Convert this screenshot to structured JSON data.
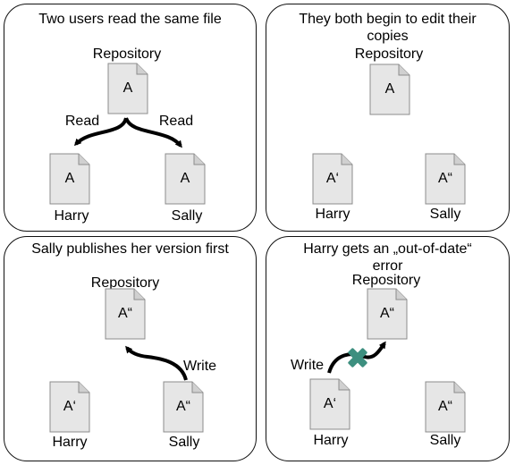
{
  "panels": [
    {
      "title": "Two users read the same file",
      "repository_label": "Repository",
      "repository_doc": "A",
      "harry_doc": "A",
      "sally_doc": "A",
      "harry_label": "Harry",
      "sally_label": "Sally",
      "read_left": "Read",
      "read_right": "Read"
    },
    {
      "title": "They both begin to edit their copies",
      "repository_label": "Repository",
      "repository_doc": "A",
      "harry_doc": "A‘",
      "sally_doc": "A“",
      "harry_label": "Harry",
      "sally_label": "Sally"
    },
    {
      "title": "Sally publishes her version first",
      "repository_label": "Repository",
      "repository_doc": "A“",
      "harry_doc": "A‘",
      "sally_doc": "A“",
      "harry_label": "Harry",
      "sally_label": "Sally",
      "write_label": "Write"
    },
    {
      "title": "Harry gets an „out-of-date“ error",
      "repository_label": "Repository",
      "repository_doc": "A“",
      "harry_doc": "A‘",
      "sally_doc": "A“",
      "harry_label": "Harry",
      "sally_label": "Sally",
      "write_label": "Write"
    }
  ],
  "colors": {
    "document_fill": "#e6e6e6",
    "document_edge": "#8c8c8c",
    "arrow": "#000000",
    "error_mark": "#3d8f7f"
  }
}
